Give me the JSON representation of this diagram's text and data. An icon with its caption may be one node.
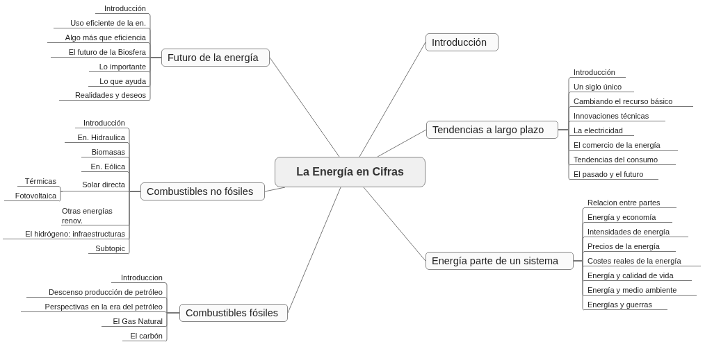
{
  "diagram": {
    "nodes": [
      {
        "text": [
          "La Energía en Cifras"
        ]
      },
      {
        "text": [
          "Futuro de la energía"
        ]
      },
      {
        "text": [
          "Introducción"
        ]
      },
      {
        "text": [
          "Uso eficiente de la en."
        ]
      },
      {
        "text": [
          "Algo más que eficiencia"
        ]
      },
      {
        "text": [
          "El futuro de la Biosfera"
        ]
      },
      {
        "text": [
          "Lo importante"
        ]
      },
      {
        "text": [
          "Lo que ayuda"
        ]
      },
      {
        "text": [
          "Realidades y deseos"
        ]
      },
      {
        "text": [
          "Introducción"
        ]
      },
      {
        "text": [
          "Tendencias a largo plazo"
        ]
      },
      {
        "text": [
          "Introducción"
        ]
      },
      {
        "text": [
          "Un siglo único"
        ]
      },
      {
        "text": [
          "Cambiando el recurso básico"
        ]
      },
      {
        "text": [
          "Innovaciones técnicas"
        ]
      },
      {
        "text": [
          "La electricidad"
        ]
      },
      {
        "text": [
          "El comercio de la energía"
        ]
      },
      {
        "text": [
          "Tendencias del consumo"
        ]
      },
      {
        "text": [
          "El pasado y el futuro"
        ]
      },
      {
        "text": [
          "Combustibles no fósiles"
        ]
      },
      {
        "text": [
          "Introducción"
        ]
      },
      {
        "text": [
          "En. Hidraulica"
        ]
      },
      {
        "text": [
          "Biomasas"
        ]
      },
      {
        "text": [
          "En. Eólica"
        ]
      },
      {
        "text": [
          "Solar directa"
        ]
      },
      {
        "text": [
          "Térmicas"
        ]
      },
      {
        "text": [
          "Fotovoltaica"
        ]
      },
      {
        "text": [
          "Otras energías renov."
        ]
      },
      {
        "text": [
          "El hidrógeno: infraestructuras"
        ]
      },
      {
        "text": [
          "Subtopic"
        ]
      },
      {
        "text": [
          "Energía parte de un sistema"
        ]
      },
      {
        "text": [
          "Relacion entre partes"
        ]
      },
      {
        "text": [
          "Energía y economía"
        ]
      },
      {
        "text": [
          "Intensidades de energía"
        ]
      },
      {
        "text": [
          "Precios de la energía"
        ]
      },
      {
        "text": [
          "Costes reales de la energía"
        ]
      },
      {
        "text": [
          "Energía y calidad de vida"
        ]
      },
      {
        "text": [
          "Energía y medio ambiente"
        ]
      },
      {
        "text": [
          "Energías y guerras"
        ]
      },
      {
        "text": [
          "Combustibles fósiles"
        ]
      },
      {
        "text": [
          "Introduccion"
        ]
      },
      {
        "text": [
          "Descenso producción de petróleo"
        ]
      },
      {
        "text": [
          "Perspectivas en la era del petróleo"
        ]
      },
      {
        "text": [
          "El Gas Natural"
        ]
      },
      {
        "text": [
          "El carbón"
        ]
      }
    ],
    "edges": [
      {
        "from": 0,
        "to": 1,
        "arrow": "none"
      },
      {
        "from": 1,
        "to": 2,
        "arrow": "none"
      },
      {
        "from": 1,
        "to": 3,
        "arrow": "none"
      },
      {
        "from": 1,
        "to": 4,
        "arrow": "none"
      },
      {
        "from": 1,
        "to": 5,
        "arrow": "none"
      },
      {
        "from": 1,
        "to": 6,
        "arrow": "none"
      },
      {
        "from": 1,
        "to": 7,
        "arrow": "none"
      },
      {
        "from": 1,
        "to": 8,
        "arrow": "none"
      },
      {
        "from": 0,
        "to": 9,
        "arrow": "none"
      },
      {
        "from": 0,
        "to": 10,
        "arrow": "none"
      },
      {
        "from": 10,
        "to": 11,
        "arrow": "none"
      },
      {
        "from": 10,
        "to": 12,
        "arrow": "none"
      },
      {
        "from": 10,
        "to": 13,
        "arrow": "none"
      },
      {
        "from": 10,
        "to": 14,
        "arrow": "none"
      },
      {
        "from": 10,
        "to": 15,
        "arrow": "none"
      },
      {
        "from": 10,
        "to": 16,
        "arrow": "none"
      },
      {
        "from": 10,
        "to": 17,
        "arrow": "none"
      },
      {
        "from": 10,
        "to": 18,
        "arrow": "none"
      },
      {
        "from": 0,
        "to": 19,
        "arrow": "none"
      },
      {
        "from": 19,
        "to": 20,
        "arrow": "none"
      },
      {
        "from": 19,
        "to": 21,
        "arrow": "none"
      },
      {
        "from": 19,
        "to": 22,
        "arrow": "none"
      },
      {
        "from": 19,
        "to": 23,
        "arrow": "none"
      },
      {
        "from": 19,
        "to": 24,
        "arrow": "none"
      },
      {
        "from": 24,
        "to": 25,
        "arrow": "none"
      },
      {
        "from": 24,
        "to": 26,
        "arrow": "none"
      },
      {
        "from": 19,
        "to": 27,
        "arrow": "none"
      },
      {
        "from": 19,
        "to": 28,
        "arrow": "none"
      },
      {
        "from": 19,
        "to": 29,
        "arrow": "none"
      },
      {
        "from": 0,
        "to": 30,
        "arrow": "none"
      },
      {
        "from": 30,
        "to": 31,
        "arrow": "none"
      },
      {
        "from": 30,
        "to": 32,
        "arrow": "none"
      },
      {
        "from": 30,
        "to": 33,
        "arrow": "none"
      },
      {
        "from": 30,
        "to": 34,
        "arrow": "none"
      },
      {
        "from": 30,
        "to": 35,
        "arrow": "none"
      },
      {
        "from": 30,
        "to": 36,
        "arrow": "none"
      },
      {
        "from": 30,
        "to": 37,
        "arrow": "none"
      },
      {
        "from": 30,
        "to": 38,
        "arrow": "none"
      },
      {
        "from": 0,
        "to": 39,
        "arrow": "none"
      },
      {
        "from": 39,
        "to": 40,
        "arrow": "none"
      },
      {
        "from": 39,
        "to": 41,
        "arrow": "none"
      },
      {
        "from": 39,
        "to": 42,
        "arrow": "none"
      },
      {
        "from": 39,
        "to": 43,
        "arrow": "none"
      },
      {
        "from": 39,
        "to": 44,
        "arrow": "none"
      }
    ]
  }
}
